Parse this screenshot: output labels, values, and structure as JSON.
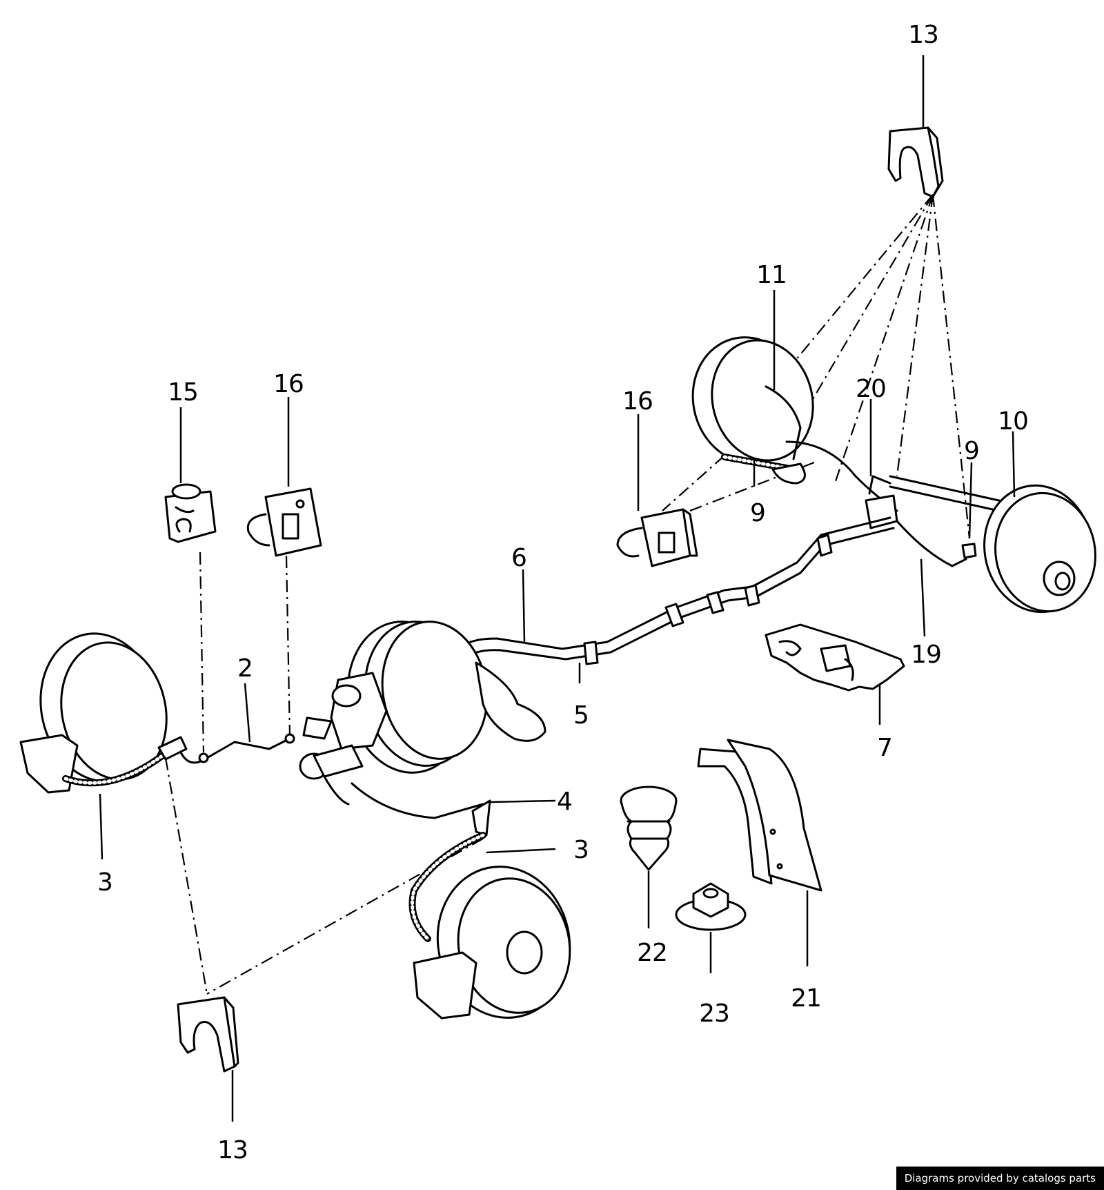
{
  "watermark": "Diagrams provided by catalogs parts",
  "callouts": {
    "c13_top": "13",
    "c11": "11",
    "c20": "20",
    "c10": "10",
    "c9_right": "9",
    "c9_mid": "9",
    "c16_right": "16",
    "c15": "15",
    "c16_left": "16",
    "c6": "6",
    "c2": "2",
    "c5": "5",
    "c19": "19",
    "c7": "7",
    "c4": "4",
    "c3_right": "3",
    "c3_left": "3",
    "c22": "22",
    "c23": "23",
    "c21": "21",
    "c13_bottom": "13"
  }
}
